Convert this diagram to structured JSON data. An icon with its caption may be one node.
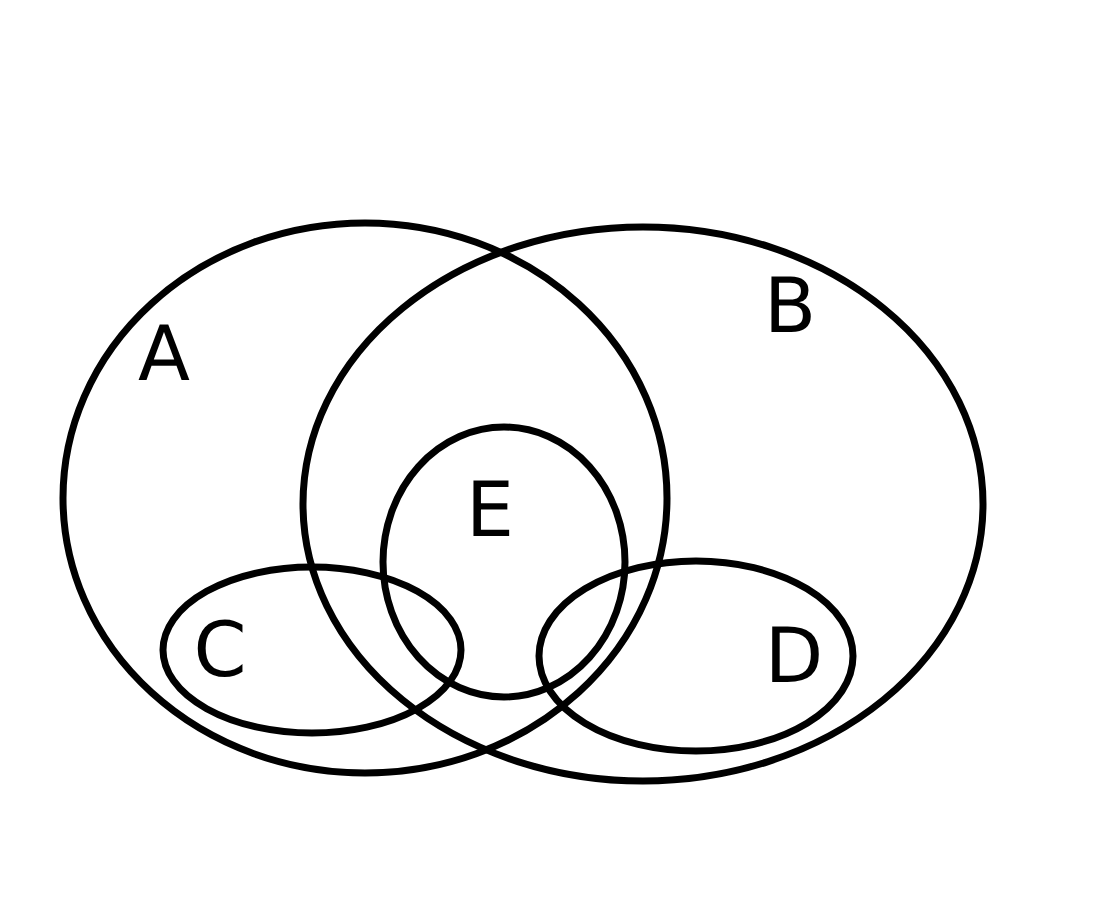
{
  "diagram": {
    "nodes": [
      {
        "text": [
          "A"
        ]
      },
      {
        "text": [
          "B"
        ]
      },
      {
        "text": [
          "E"
        ]
      },
      {
        "text": [
          "C"
        ],
        "in": 0
      },
      {
        "text": [
          "D"
        ],
        "in": 1
      }
    ]
  }
}
